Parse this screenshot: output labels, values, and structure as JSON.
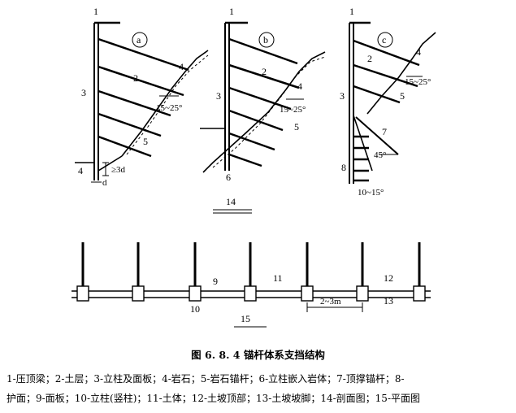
{
  "labels": {
    "n1": "1",
    "n2": "2",
    "n3": "3",
    "n4": "4",
    "n5": "5",
    "n6": "6",
    "n7": "7",
    "n8": "8",
    "n9": "9",
    "n10": "10",
    "n11": "11",
    "n12": "12",
    "n13": "13",
    "n14": "14",
    "n15": "15",
    "panel_a": "a",
    "panel_b": "b",
    "panel_c": "c",
    "angle_15_25": "15~25°",
    "angle_45": "45°",
    "angle_10_15": "10~15°",
    "dim_3d": "≥3d",
    "dim_d": "d",
    "spacing": "2~3m"
  },
  "caption": "图 6. 8. 4  锚杆体系支挡结构",
  "legend_line1": "1-压顶梁；2-土层；3-立柱及面板；4-岩石；5-岩石锚杆；6-立柱嵌入岩体；7-顶撑锚杆；8-",
  "legend_line2": "护面；9-面板；10-立柱(竖柱)；11-土体；12-土坡顶部；13-土坡坡脚；14-剖面图；15-平面图"
}
